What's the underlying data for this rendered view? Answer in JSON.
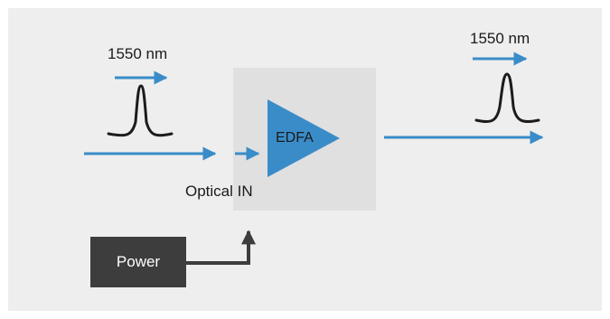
{
  "input": {
    "wavelength": "1550 nm"
  },
  "output": {
    "wavelength": "1550 nm"
  },
  "amplifier": {
    "label": "EDFA",
    "input_label": "Optical IN"
  },
  "power": {
    "label": "Power"
  },
  "colors": {
    "signal": "#3a8cc8",
    "amplifier": "#3a8cc8",
    "pulse": "#1c1c1c",
    "power_line": "#3d3d3d",
    "power_box": "#3d3d3d",
    "amp_box": "#e0e0e0",
    "background": "#eeeeee"
  }
}
